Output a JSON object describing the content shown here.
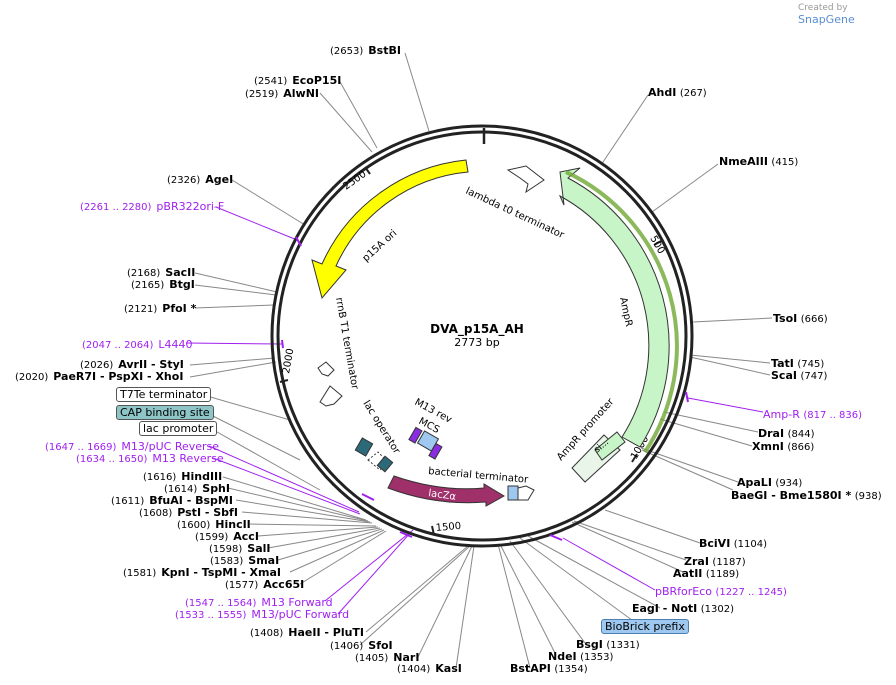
{
  "credit": {
    "text": "Created by",
    "brand": "SnapGene"
  },
  "plasmid": {
    "name": "DVA_p15A_AH",
    "size": "2773 bp"
  },
  "ticks": [
    "500",
    "1000",
    "1500",
    "2000",
    "2500"
  ],
  "features": {
    "p15a_ori": "p15A ori",
    "lambda_t0": "lambda t0 terminator",
    "ampr": "AmpR",
    "ampr_promoter": "AmpR promoter",
    "si": "si...",
    "rrnb": "rrnB T1 terminator",
    "lac_operator": "lac operator",
    "m13_rev": "M13 rev",
    "mcs": "MCS",
    "bacterial_terminator": "bacterial terminator",
    "lacza": "lacZα"
  },
  "labels": [
    {
      "id": "bstbi",
      "pos": "(2653)",
      "name": "BstBI"
    },
    {
      "id": "ecop15i",
      "pos": "(2541)",
      "name": "EcoP15I"
    },
    {
      "id": "alwni",
      "pos": "(2519)",
      "name": "AlwNI"
    },
    {
      "id": "agei",
      "pos": "(2326)",
      "name": "AgeI"
    },
    {
      "id": "pbr322ori",
      "pos": "(2261 .. 2280)",
      "name": "pBR322ori-F",
      "primer": true
    },
    {
      "id": "sacii",
      "pos": "(2168)",
      "name": "SacII"
    },
    {
      "id": "btgi",
      "pos": "(2165)",
      "name": "BtgI"
    },
    {
      "id": "pfoi",
      "pos": "(2121)",
      "name": "PfoI *"
    },
    {
      "id": "l4440",
      "pos": "(2047 .. 2064)",
      "name": "L4440",
      "primer": true
    },
    {
      "id": "avrii",
      "pos": "(2026)",
      "name": "AvrII  - StyI"
    },
    {
      "id": "paer7i",
      "pos": "(2020)",
      "name": "PaeR7I  - PspXI  - XhoI"
    },
    {
      "id": "t7te",
      "name": "T7Te terminator",
      "box": "plain"
    },
    {
      "id": "cap",
      "name": "CAP binding site",
      "box": "feat"
    },
    {
      "id": "lacprom",
      "name": "lac promoter",
      "box": "plain"
    },
    {
      "id": "m13puc_rev",
      "pos": "(1647 .. 1669)",
      "name": "M13/pUC Reverse",
      "primer": true
    },
    {
      "id": "m13_reverse",
      "pos": "(1634 .. 1650)",
      "name": "M13 Reverse",
      "primer": true
    },
    {
      "id": "hindiii",
      "pos": "(1616)",
      "name": "HindIII"
    },
    {
      "id": "sphi",
      "pos": "(1614)",
      "name": "SphI"
    },
    {
      "id": "bfuai",
      "pos": "(1611)",
      "name": "BfuAI  - BspMI"
    },
    {
      "id": "psti",
      "pos": "(1608)",
      "name": "PstI  - SbfI"
    },
    {
      "id": "hincii",
      "pos": "(1600)",
      "name": "HincII"
    },
    {
      "id": "acci",
      "pos": "(1599)",
      "name": "AccI"
    },
    {
      "id": "sali",
      "pos": "(1598)",
      "name": "SalI"
    },
    {
      "id": "smai",
      "pos": "(1583)",
      "name": "SmaI"
    },
    {
      "id": "kpni",
      "pos": "(1581)",
      "name": "KpnI  - TspMI  - XmaI"
    },
    {
      "id": "acc65i",
      "pos": "(1577)",
      "name": "Acc65I"
    },
    {
      "id": "m13fwd",
      "pos": "(1547 .. 1564)",
      "name": "M13 Forward",
      "primer": true
    },
    {
      "id": "m13pucfwd",
      "pos": "(1533 .. 1555)",
      "name": "M13/pUC Forward",
      "primer": true
    },
    {
      "id": "haeii",
      "pos": "(1408)",
      "name": "HaeII  - PluTI"
    },
    {
      "id": "sfoi",
      "pos": "(1406)",
      "name": "SfoI"
    },
    {
      "id": "nari",
      "pos": "(1405)",
      "name": "NarI"
    },
    {
      "id": "kasi",
      "pos": "(1404)",
      "name": "KasI"
    },
    {
      "id": "bstapi",
      "name": "BstAPI",
      "pos": "(1354)",
      "after": true
    },
    {
      "id": "ndei",
      "name": "NdeI",
      "pos": "(1353)",
      "after": true
    },
    {
      "id": "bsgi",
      "name": "BsgI",
      "pos": "(1331)",
      "after": true
    },
    {
      "id": "biobrick",
      "name": "BioBrick prefix",
      "box": "blue"
    },
    {
      "id": "eagi",
      "name": "EagI  - NotI",
      "pos": "(1302)",
      "after": true
    },
    {
      "id": "pbrforeco",
      "name": "pBRforEco",
      "pos": "(1227 .. 1245)",
      "after": true,
      "primer": true
    },
    {
      "id": "aatii",
      "name": "AatII",
      "pos": "(1189)",
      "after": true
    },
    {
      "id": "zrai",
      "name": "ZraI",
      "pos": "(1187)",
      "after": true
    },
    {
      "id": "bcivi",
      "name": "BciVI",
      "pos": "(1104)",
      "after": true
    },
    {
      "id": "baegi",
      "name": "BaeGI  - Bme1580I *",
      "pos": "(938)",
      "after": true
    },
    {
      "id": "apali",
      "name": "ApaLI",
      "pos": "(934)",
      "after": true
    },
    {
      "id": "xmni",
      "name": "XmnI",
      "pos": "(866)",
      "after": true
    },
    {
      "id": "drai",
      "name": "DraI",
      "pos": "(844)",
      "after": true
    },
    {
      "id": "ampr_primer",
      "name": "Amp-R",
      "pos": "(817 .. 836)",
      "after": true,
      "primer": true
    },
    {
      "id": "scai",
      "name": "ScaI",
      "pos": "(747)",
      "after": true
    },
    {
      "id": "tati",
      "name": "TatI",
      "pos": "(745)",
      "after": true
    },
    {
      "id": "tsoi",
      "name": "TsoI",
      "pos": "(666)",
      "after": true
    },
    {
      "id": "nmeaiii",
      "name": "NmeAIII",
      "pos": "(415)",
      "after": true
    },
    {
      "id": "ahdi",
      "name": "AhdI",
      "pos": "(267)",
      "after": true
    }
  ]
}
